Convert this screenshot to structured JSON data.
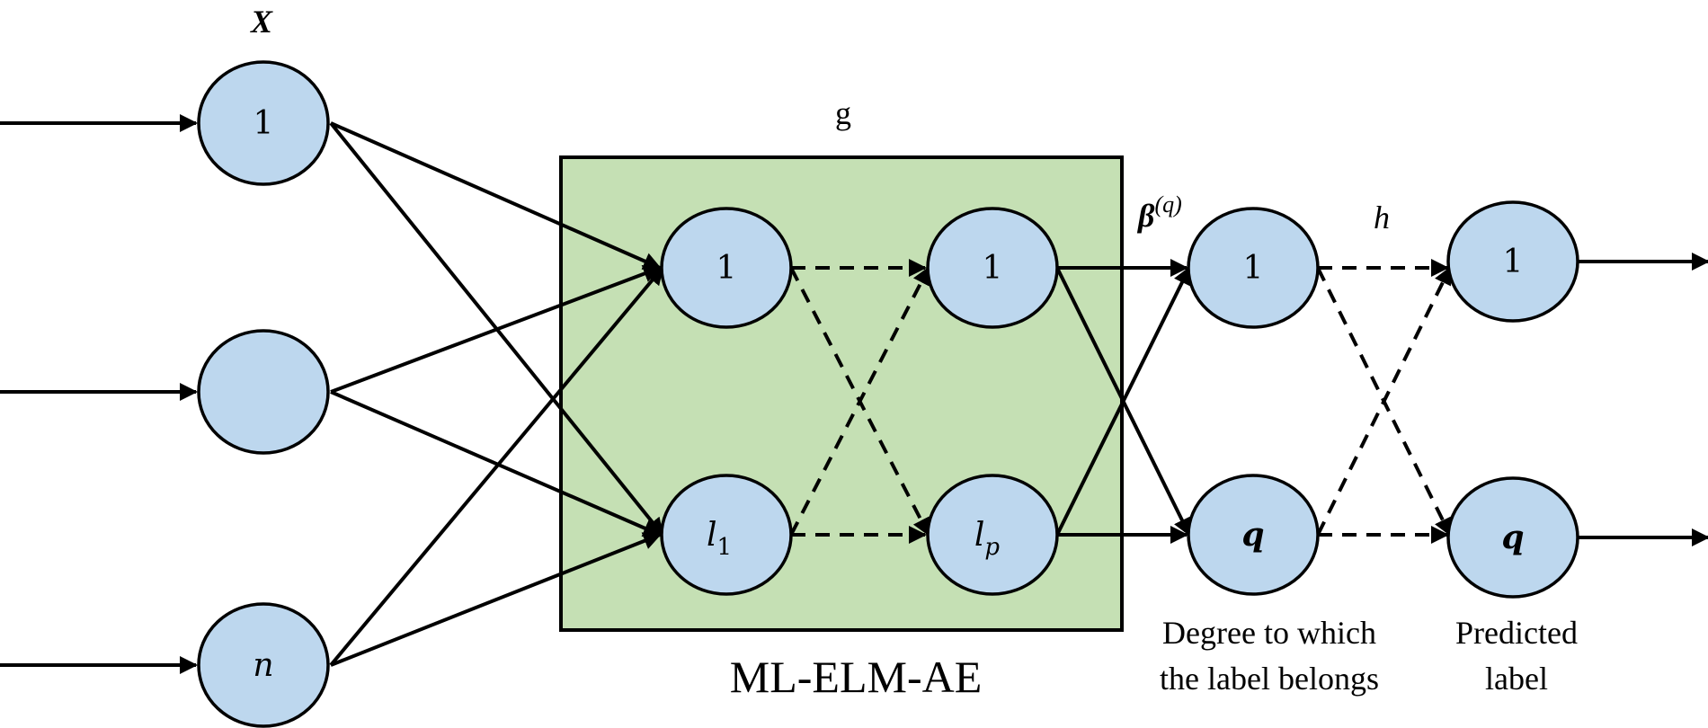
{
  "labels": {
    "input_var": "X",
    "encoder_fn": "g",
    "beta_var": "β",
    "beta_sup": "(q)",
    "decoder_fn": "h",
    "box_title": "ML-ELM-AE",
    "degree_caption_line1": "Degree to which",
    "degree_caption_line2": "the label belongs",
    "predicted_caption_line1": "Predicted",
    "predicted_caption_line2": "label"
  },
  "nodes": {
    "input_1": "1",
    "input_2": "",
    "input_n": "n",
    "hidden1_top": "1",
    "hidden1_bottom_base": "l",
    "hidden1_bottom_sub": "1",
    "hidden2_top": "1",
    "hidden2_bottom_base": "l",
    "hidden2_bottom_sub": "p",
    "degree_top": "1",
    "degree_bottom": "q",
    "predicted_top": "1",
    "predicted_bottom": "q"
  },
  "colors": {
    "node_fill": "#bdd7ee",
    "box_fill": "#c5e0b4",
    "stroke": "#000000"
  }
}
